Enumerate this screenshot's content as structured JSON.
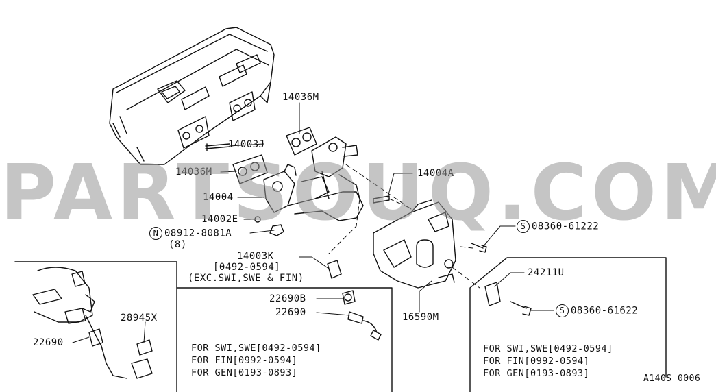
{
  "watermark": "PARTSOUQ.COM",
  "diagram_code": "A140S 0006",
  "callouts": {
    "p14036m_top": "14036M",
    "p14003j": "14003J",
    "p14036m": "14036M",
    "p14004": "14004",
    "p14002e": "14002E",
    "p08912": "08912-8081A",
    "p08912_qty": "(8)",
    "p08912_prefix": "N",
    "p14004a": "14004A",
    "p08360_61222": "08360-61222",
    "p08360_61222_prefix": "S",
    "p14003k": "14003K",
    "p14003k_range": "[0492-0594]",
    "p14003k_note": "(EXC.SWI,SWE & FIN)",
    "p22690b": "22690B",
    "p22690": "22690",
    "p16590m": "16590M",
    "p24211u": "24211U",
    "p08360_61622": "08360-61622",
    "p08360_61622_prefix": "S",
    "p28945x": "28945X",
    "p22690_left": "22690"
  },
  "notes_middle": [
    "FOR SWI,SWE[0492-0594]",
    "FOR FIN[0992-0594]",
    "FOR GEN[0193-0893]"
  ],
  "notes_right": [
    "FOR SWI,SWE[0492-0594]",
    "FOR FIN[0992-0594]",
    "FOR GEN[0193-0893]"
  ]
}
